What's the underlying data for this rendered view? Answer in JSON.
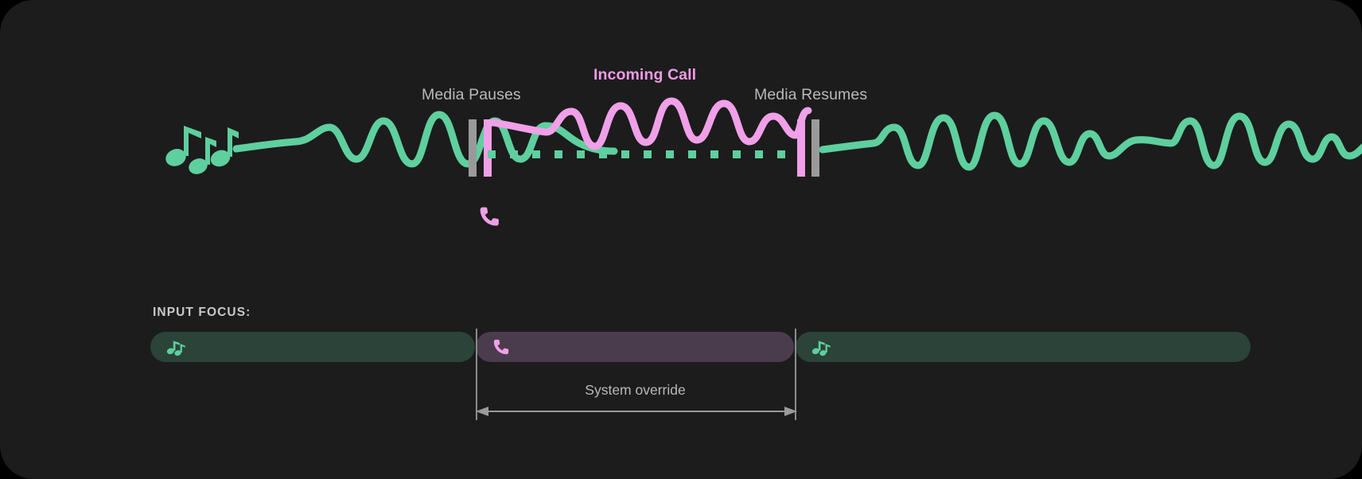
{
  "diagram": {
    "title": "audio-focus-interruption-timeline",
    "background_color": "#1c1c1c",
    "colors": {
      "media_green": "#5ecf9e",
      "call_pink": "#f0a0e8",
      "marker_gray": "#9a9a9a",
      "track_media_bg": "#2b4339",
      "track_call_bg": "#4a3c4d",
      "text_muted": "#b9b9b9"
    }
  },
  "timeline": {
    "labels": {
      "media_pauses": "Media Pauses",
      "incoming_call": "Incoming Call",
      "media_resumes": "Media Resumes"
    },
    "icons": {
      "music_notes": "music-notes-icon",
      "phone": "phone-icon",
      "pause_marker": "pause-marker-icon"
    },
    "segments": [
      {
        "name": "media-playing-before",
        "source": "media",
        "wave_color": "#5ecf9e",
        "style": "solid-wave"
      },
      {
        "name": "call-active",
        "source": "call",
        "wave_color": "#f0a0e8",
        "style": "solid-wave-over-dashed-baseline"
      },
      {
        "name": "media-playing-after",
        "source": "media",
        "wave_color": "#5ecf9e",
        "style": "solid-wave"
      }
    ]
  },
  "focus": {
    "title": "INPUT FOCUS:",
    "segments": [
      {
        "name": "focus-media-before",
        "owner": "media",
        "icon": "music-notes-icon",
        "color": "#2b4339"
      },
      {
        "name": "focus-call",
        "owner": "call",
        "icon": "phone-icon",
        "color": "#4a3c4d"
      },
      {
        "name": "focus-media-after",
        "owner": "media",
        "icon": "music-notes-icon",
        "color": "#2b4339"
      }
    ],
    "override_label": "System override"
  }
}
